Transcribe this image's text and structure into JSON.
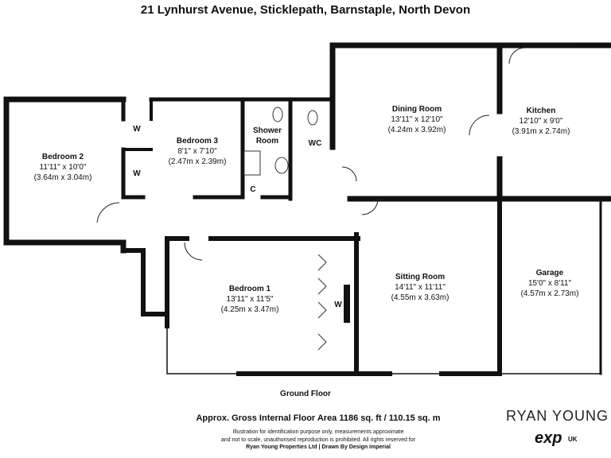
{
  "title": "21 Lynhurst Avenue, Sticklepath, Barnstaple, North Devon",
  "floor_label": "Ground Floor",
  "gross_area": "Approx. Gross Internal Floor Area 1186 sq. ft / 110.15 sq. m",
  "disclaimer_line1": "Illustration for identification purpose only, measurements approximate",
  "disclaimer_line2": "and not to scale, unauthorised reproduction is prohibited. All rights reserved for",
  "credits_left": "Ryan Young Properties Ltd",
  "credits_sep": "|",
  "credits_right": "Drawn By Design imperial",
  "brand": "RYAN YOUNG",
  "brand_sub": "exp",
  "brand_country": "UK",
  "rooms": {
    "bedroom2": {
      "name": "Bedroom 2",
      "imperial": "11'11\" x 10'0\"",
      "metric": "(3.64m x 3.04m)"
    },
    "bedroom3": {
      "name": "Bedroom 3",
      "imperial": "8'1\" x 7'10\"",
      "metric": "(2.47m x 2.39m)"
    },
    "shower": {
      "name1": "Shower",
      "name2": "Room"
    },
    "wc": {
      "name": "WC"
    },
    "dining": {
      "name": "Dining Room",
      "imperial": "13'11\" x 12'10\"",
      "metric": "(4.24m x 3.92m)"
    },
    "kitchen": {
      "name": "Kitchen",
      "imperial": "12'10\" x 9'0\"",
      "metric": "(3.91m x 2.74m)"
    },
    "bedroom1": {
      "name": "Bedroom 1",
      "imperial": "13'11\" x 11'5\"",
      "metric": "(4.25m x 3.47m)"
    },
    "sitting": {
      "name": "Sitting Room",
      "imperial": "14'11\" x 11'11\"",
      "metric": "(4.55m x 3.63m)"
    },
    "garage": {
      "name": "Garage",
      "imperial": "15'0\" x 8'11\"",
      "metric": "(4.57m x 2.73m)"
    },
    "cupboard_c": "C",
    "wardrobe_w1": "W",
    "wardrobe_w2": "W",
    "wardrobe_w3": "W"
  }
}
